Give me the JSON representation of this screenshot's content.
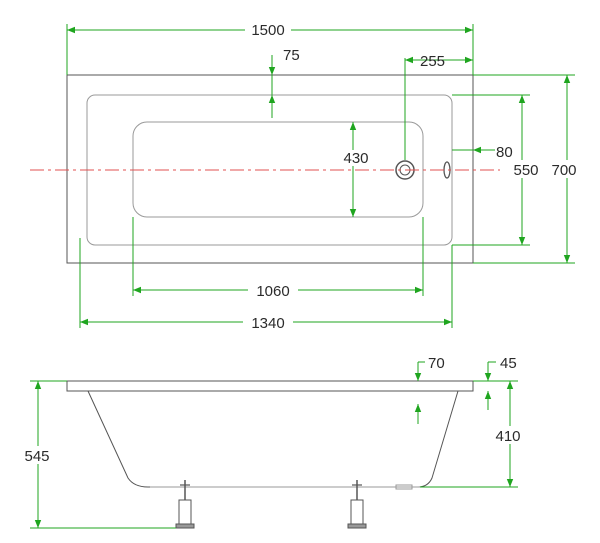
{
  "top_view": {
    "overall_length": "1500",
    "rim_width_long": "75",
    "drain_offset": "255",
    "rim_width_short": "80",
    "inner_bottom_width": "430",
    "inner_width": "550",
    "overall_width": "700",
    "bottom_length": "1060",
    "inner_length": "1340"
  },
  "side_view": {
    "rim_top": "70",
    "lip": "45",
    "depth": "410",
    "total_height": "545"
  },
  "colors": {
    "dimension": "#1fa51f",
    "centerline": "#e05050",
    "outline": "#555555"
  }
}
